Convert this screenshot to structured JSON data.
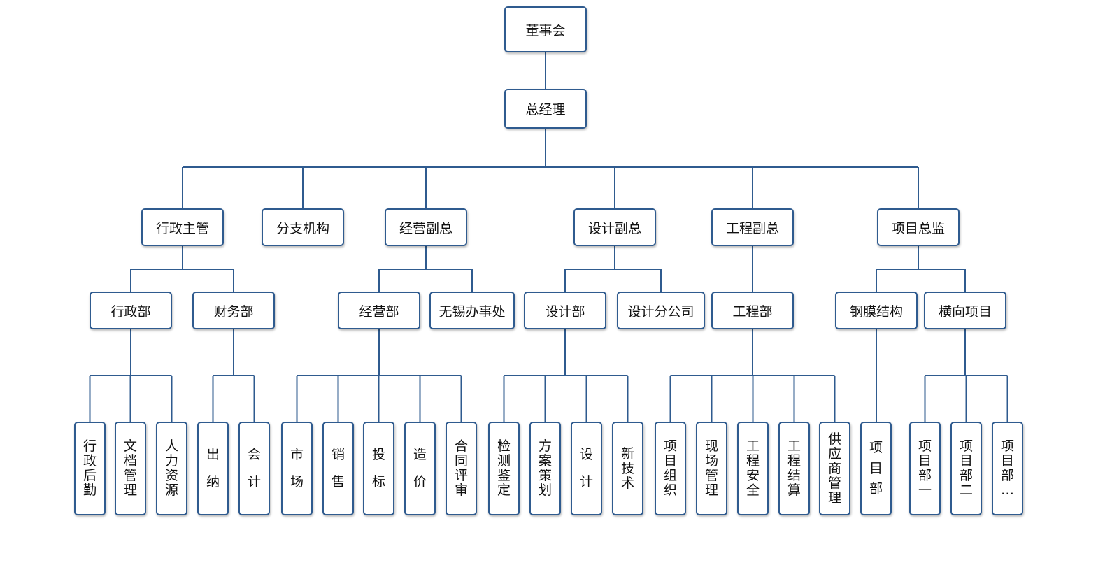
{
  "colors": {
    "line": "#2f5b8f",
    "box_border": "#2f5b8f"
  },
  "nodes": {
    "board": "董事会",
    "gm": "总经理",
    "admin_supervisor": "行政主管",
    "branch": "分支机构",
    "biz_vp": "经营副总",
    "design_vp": "设计副总",
    "eng_vp": "工程副总",
    "project_director": "项目总监",
    "admin_dept": "行政部",
    "finance_dept": "财务部",
    "biz_dept": "经营部",
    "wuxi_office": "无锡办事处",
    "design_dept": "设计部",
    "design_branch": "设计分公司",
    "eng_dept": "工程部",
    "steel_membrane": "钢膜结构",
    "horizontal_project": "横向项目",
    "admin_logistics": "行政后勤",
    "doc_management": "文档管理",
    "hr": "人力资源",
    "cashier": "出纳",
    "accounting": "会计",
    "market": "市场",
    "sales": "销售",
    "bidding": "投标",
    "pricing": "造价",
    "contract_review": "合同评审",
    "inspection": "检测鉴定",
    "planning": "方案策划",
    "design": "设计",
    "new_tech": "新技术",
    "project_org": "项目组织",
    "site_management": "现场管理",
    "eng_safety": "工程安全",
    "eng_settlement": "工程结算",
    "supplier_mgmt": "供应商管理",
    "project_dept": "项目部",
    "project_dept_1": "项目部一",
    "project_dept_2": "项目部二",
    "project_dept_more": "项目部…"
  }
}
